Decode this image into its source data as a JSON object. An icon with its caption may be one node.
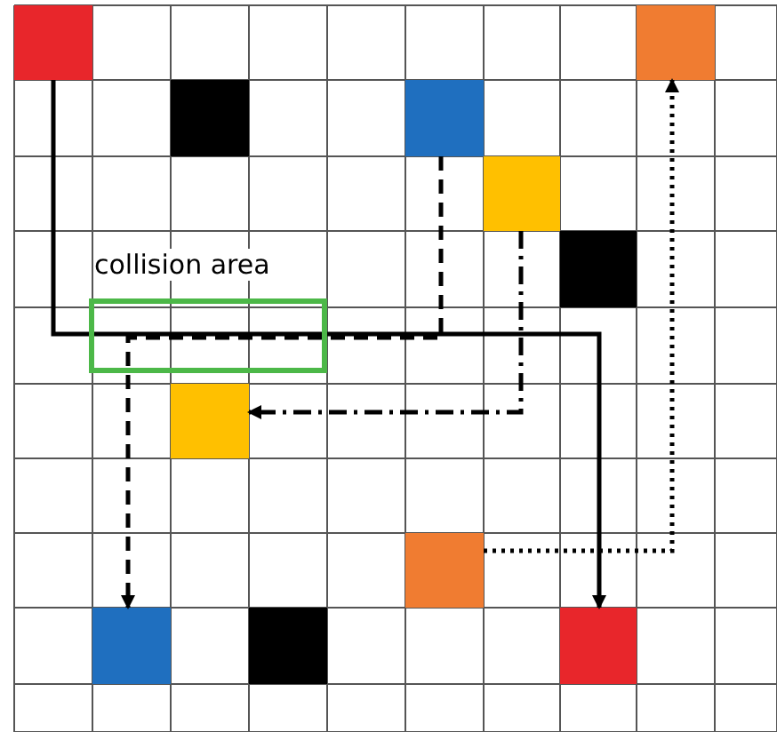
{
  "diagram": {
    "nodes": [
      {
        "text": [],
        "shape": "box"
      },
      {
        "text": [],
        "shape": "box"
      },
      {
        "text": [],
        "shape": "box"
      },
      {
        "text": [],
        "shape": "box"
      },
      {
        "text": [],
        "shape": "box"
      },
      {
        "text": [],
        "shape": "box"
      },
      {
        "text": [],
        "shape": "box"
      },
      {
        "text": [],
        "shape": "box"
      },
      {
        "text": [],
        "shape": "box"
      },
      {
        "text": [],
        "shape": "box"
      },
      {
        "text": [],
        "shape": "box"
      }
    ],
    "edges": [
      {
        "from": 0,
        "to": 10,
        "arrow": "to"
      },
      {
        "from": 3,
        "to": 8,
        "arrow": "to",
        "style": "dashed"
      },
      {
        "from": 4,
        "to": 6,
        "arrow": "to",
        "style": "dashed"
      },
      {
        "from": 7,
        "to": 1,
        "arrow": "to",
        "style": "dashed"
      }
    ],
    "labels": [
      "collision area"
    ]
  }
}
